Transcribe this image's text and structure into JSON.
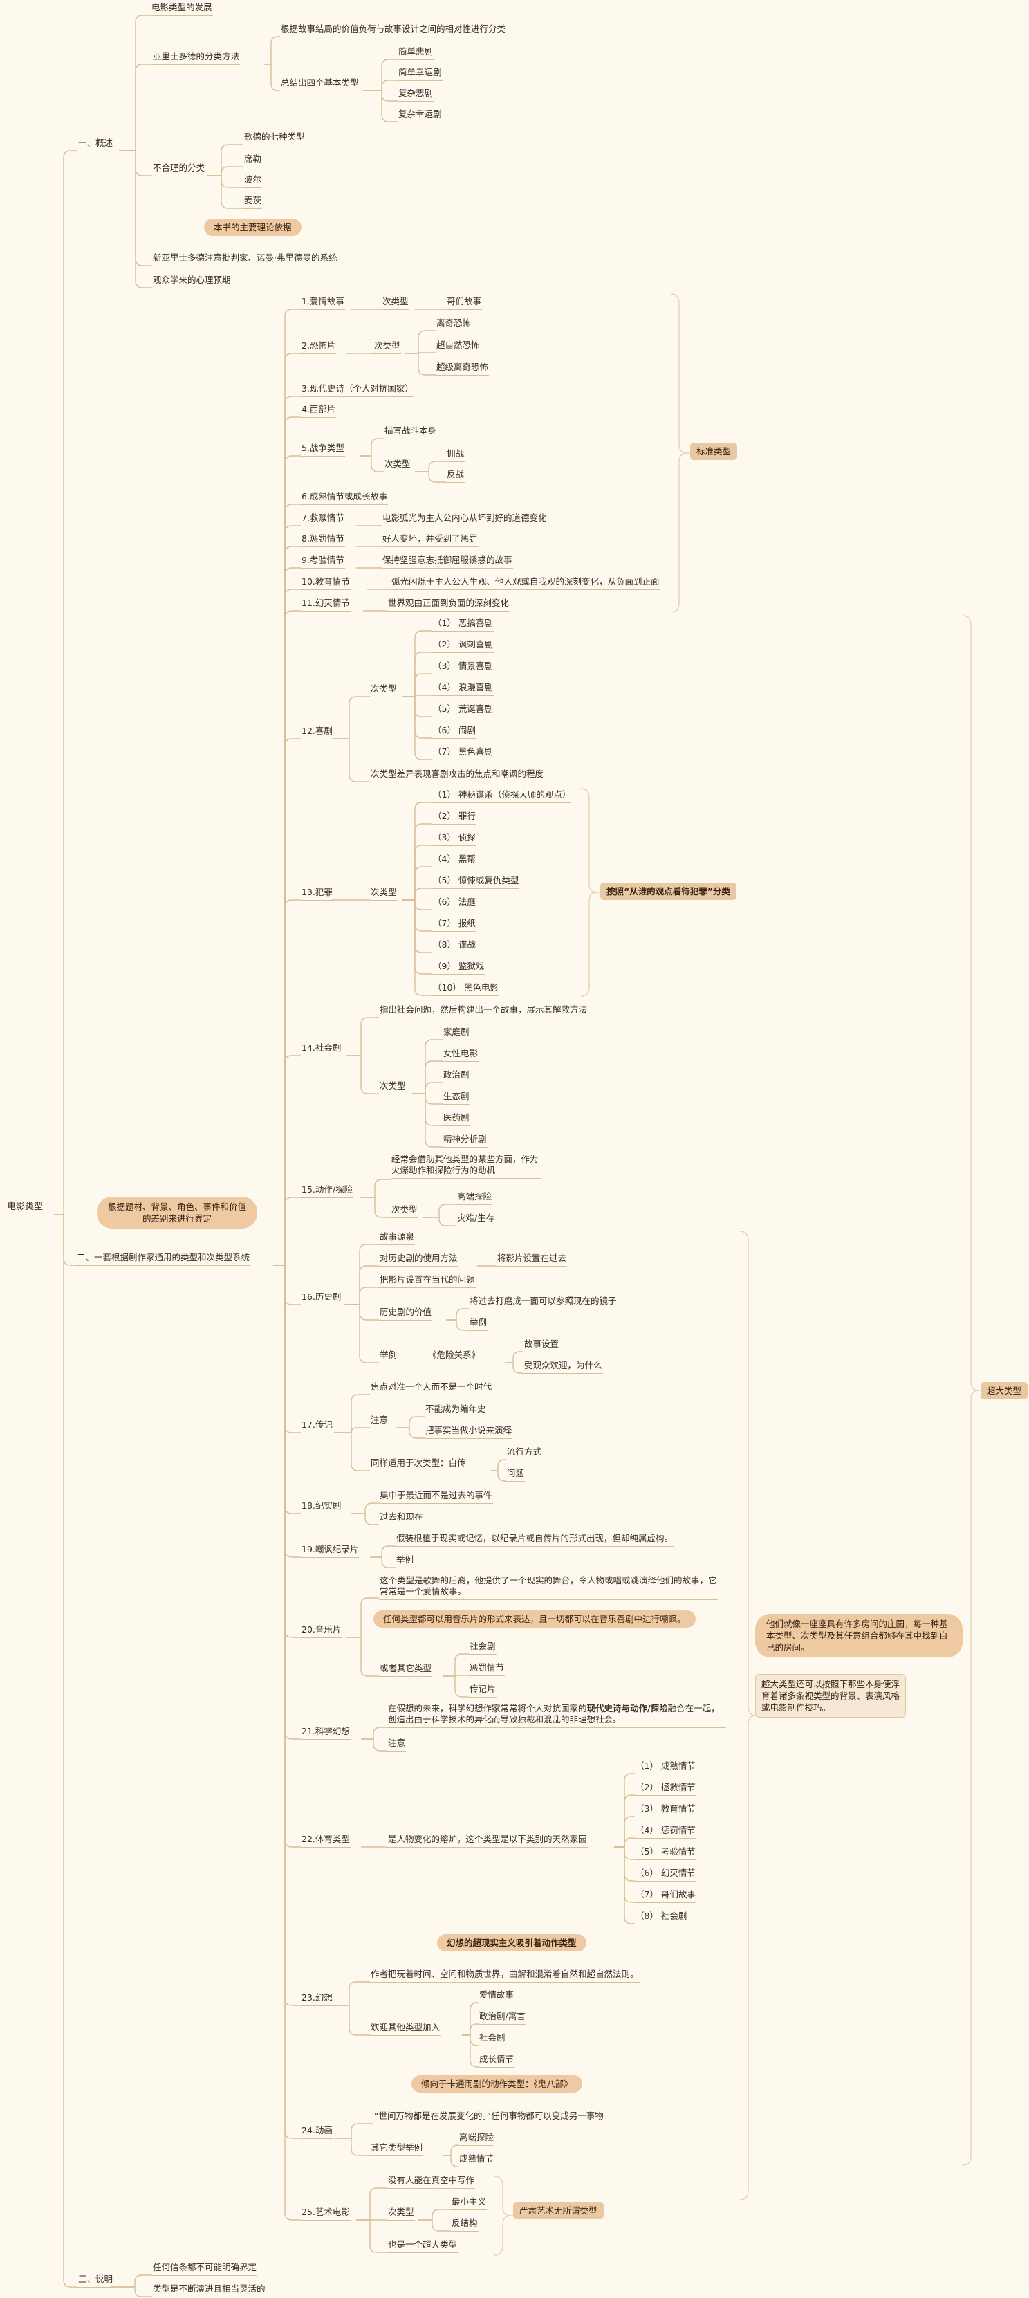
{
  "root": "电影类型",
  "sections": {
    "overview": {
      "label": "一、概述",
      "development": "电影类型的发展",
      "aristotle": {
        "label": "亚里士多德的分类方法",
        "basis": "根据故事结局的价值负荷与故事设计之间的相对性进行分类",
        "four": {
          "label": "总结出四个基本类型",
          "items": [
            "简单悲剧",
            "简单幸运剧",
            "复杂悲剧",
            "复杂幸运剧"
          ]
        }
      },
      "unreasonable": {
        "label": "不合理的分类",
        "items": [
          "歌德的七种类型",
          "席勒",
          "波尔",
          "麦茨"
        ]
      },
      "theory_bubble": "本书的主要理论依据",
      "neo": "新亚里士多德注意批判家、诺曼·弗里德曼的系统",
      "audience": "观众学来的心理预期"
    },
    "system": {
      "label": "二、一套根据剧作家通用的类型和次类型系统",
      "bubble": "根据题材、背景、角色、事件和价值的差别来进行界定",
      "love": {
        "label": "1.爱情故事",
        "sub": "次类型",
        "items": [
          "哥们故事"
        ]
      },
      "horror": {
        "label": "2.恐怖片",
        "sub": "次类型",
        "items": [
          "离奇恐怖",
          "超自然恐怖",
          "超级离奇恐怖"
        ]
      },
      "epic": "3.现代史诗（个人对抗国家）",
      "western": "4.西部片",
      "war": {
        "label": "5.战争类型",
        "desc": "描写战斗本身",
        "sub": "次类型",
        "items": [
          "拥战",
          "反战"
        ]
      },
      "maturation": "6.成熟情节或成长故事",
      "redemption": {
        "label": "7.救赎情节",
        "desc": "电影弧光为主人公内心从坏到好的道德变化"
      },
      "punitive": {
        "label": "8.惩罚情节",
        "desc": "好人变坏，并受到了惩罚"
      },
      "testing": {
        "label": "9.考验情节",
        "desc": "保持坚强意志抵御屈服诱惑的故事"
      },
      "education": {
        "label": "10.教育情节",
        "desc": "弧光闪烁于主人公人生观、他人观或自我观的深刻变化，从负面到正面"
      },
      "disillusion": {
        "label": "11.幻灭情节",
        "desc": "世界观由正面到负面的深刻变化"
      },
      "standard_tag": "标准类型",
      "comedy": {
        "label": "12.喜剧",
        "sub": "次类型",
        "items": [
          "（1） 恶搞喜剧",
          "（2） 讽刺喜剧",
          "（3） 情景喜剧",
          "（4） 浪漫喜剧",
          "（5） 荒诞喜剧",
          "（6） 闹剧",
          "（7） 黑色喜剧"
        ],
        "note": "次类型差异表现喜剧攻击的焦点和嘲讽的程度"
      },
      "crime": {
        "label": "13.犯罪",
        "sub": "次类型",
        "items": [
          "（1） 神秘谋杀（侦探大师的观点）",
          "（2） 罪行",
          "（3） 侦探",
          "（4） 黑帮",
          "（5） 惊悚或复仇类型",
          "（6） 法庭",
          "（7） 报纸",
          "（8） 谍战",
          "（9） 监狱戏",
          "（10） 黑色电影"
        ],
        "tag": "按照“从谁的观点看待犯罪”分类"
      },
      "social": {
        "label": "14.社会剧",
        "desc": "指出社会问题，然后构建出一个故事，展示其解救方法",
        "sub": "次类型",
        "items": [
          "家庭剧",
          "女性电影",
          "政治剧",
          "生态剧",
          "医药剧",
          "精神分析剧"
        ]
      },
      "action": {
        "label": "15.动作/探险",
        "desc": "经常会借助其他类型的某些方面，作为火爆动作和探险行为的动机",
        "sub": "次类型",
        "items": [
          "高端探险",
          "灾难/生存"
        ]
      },
      "history": {
        "label": "16.历史剧",
        "mine": "故事源泉",
        "usage": {
          "label": "对历史剧的使用方法",
          "item": "将影片设置在过去"
        },
        "present": "把影片设置在当代的问题",
        "value": {
          "label": "历史剧的价值",
          "items": [
            "将过去打磨成一面可以参照现在的镜子",
            "举例"
          ]
        },
        "example": {
          "label": "举例",
          "film": "《危险关系》",
          "items": [
            "故事设置",
            "受观众欢迎，为什么"
          ]
        }
      },
      "bio": {
        "label": "17.传记",
        "focus": "焦点对准一个人而不是一个时代",
        "caution": {
          "label": "注意",
          "items": [
            "不能成为编年史",
            "把事实当做小说来演绎"
          ]
        },
        "sub": {
          "label": "同样适用于次类型：自传",
          "items": [
            "流行方式",
            "问题"
          ]
        }
      },
      "docudrama": {
        "label": "18.纪实剧",
        "items": [
          "集中于最近而不是过去的事件",
          "过去和现在"
        ]
      },
      "mock": {
        "label": "19.嘲讽纪录片",
        "desc": "假装根植于现实或记忆，以纪录片或自传片的形式出现，但却纯属虚构。",
        "example": "举例"
      },
      "musical": {
        "label": "20.音乐片",
        "desc": "这个类型是歌舞的后裔，他提供了一个现实的舞台，令人物或唱或跳演绎他们的故事，它常常是一个爱情故事。",
        "bubble": "任何类型都可以用音乐片的形式来表达，且一切都可以在音乐喜剧中进行嘲讽。",
        "other": {
          "label": "或者其它类型",
          "items": [
            "社会剧",
            "惩罚情节",
            "传记片"
          ]
        }
      },
      "scifi": {
        "label": "21.科学幻想",
        "desc_pre": "在假想的未来，科学幻想作家常常将个人对抗国家的",
        "desc_bold": "现代史诗与动作/探险",
        "desc_post": "融合在一起，创造出由于科学技术的异化而导致独裁和混乱的非理想社会。",
        "caution": "注意"
      },
      "sports": {
        "label": "22.体育类型",
        "desc": "是人物变化的熔炉，这个类型是以下类别的天然家园",
        "items": [
          "（1） 成熟情节",
          "（2） 拯救情节",
          "（3） 教育情节",
          "（4） 惩罚情节",
          "（5） 考验情节",
          "（6） 幻灭情节",
          "（7） 哥们故事",
          "（8） 社会剧"
        ]
      },
      "fantasy": {
        "label": "23.幻想",
        "bubble": "幻想的超现实主义吸引着动作类型",
        "desc": "作者把玩着时间、空间和物质世界，曲解和混淆着自然和超自然法则。",
        "joined": {
          "label": "欢迎其他类型加入",
          "items": [
            "爱情故事",
            "政治剧/寓言",
            "社会剧",
            "成长情节"
          ]
        }
      },
      "animation": {
        "label": "24.动画",
        "bubble": "倾向于卡通闹剧的动作类型：《鬼八部》",
        "desc": "“世间万物都是在发展变化的。”任何事物都可以变成另一事物",
        "others": {
          "label": "其它类型举例",
          "items": [
            "高端探险",
            "成熟情节"
          ]
        }
      },
      "art": {
        "label": "25.艺术电影",
        "nobody": "没有人能在真空中写作",
        "sub": "次类型",
        "items": [
          "最小主义",
          "反结构"
        ],
        "also": "也是一个超大类型",
        "tag": "严肃艺术无所谓类型"
      },
      "mega_tag": "超大类型",
      "mega_bubble": "他们就像一座座具有许多房间的庄园，每一种基本类型、次类型及其任意组合都够在其中找到自己的房间。",
      "mega_note": "超大类型还可以按照下那些本身便浮育着诸多条视类型的背景、表演风格或电影制作技巧。"
    },
    "explain": {
      "label": "三、说明",
      "items": [
        "任何信条都不可能明确界定",
        "类型是不断演进且相当灵活的"
      ]
    }
  }
}
